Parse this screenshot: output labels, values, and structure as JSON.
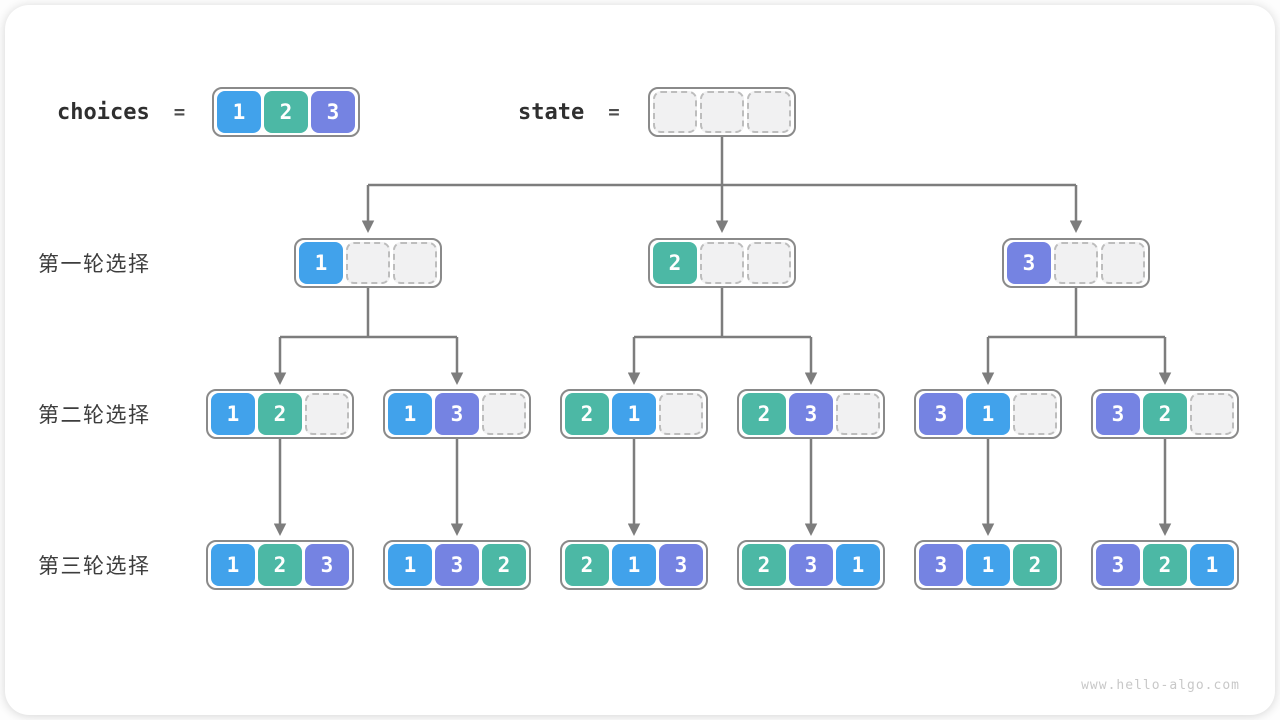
{
  "palette": {
    "1": "#41A2EB",
    "2": "#4CB8A5",
    "3": "#7583E2"
  },
  "header": {
    "choices_label": "choices",
    "choices_equals": "=",
    "choices_cells": [
      "1",
      "2",
      "3"
    ],
    "state_label": "state",
    "state_equals": "=",
    "state_cells": [
      "",
      "",
      ""
    ]
  },
  "rows": [
    {
      "label": "第一轮选择",
      "boxes": [
        {
          "cells": [
            "1",
            "",
            ""
          ]
        },
        {
          "cells": [
            "2",
            "",
            ""
          ]
        },
        {
          "cells": [
            "3",
            "",
            ""
          ]
        }
      ]
    },
    {
      "label": "第二轮选择",
      "boxes": [
        {
          "cells": [
            "1",
            "2",
            ""
          ]
        },
        {
          "cells": [
            "1",
            "3",
            ""
          ]
        },
        {
          "cells": [
            "2",
            "1",
            ""
          ]
        },
        {
          "cells": [
            "2",
            "3",
            ""
          ]
        },
        {
          "cells": [
            "3",
            "1",
            ""
          ]
        },
        {
          "cells": [
            "3",
            "2",
            ""
          ]
        }
      ]
    },
    {
      "label": "第三轮选择",
      "boxes": [
        {
          "cells": [
            "1",
            "2",
            "3"
          ]
        },
        {
          "cells": [
            "1",
            "3",
            "2"
          ]
        },
        {
          "cells": [
            "2",
            "1",
            "3"
          ]
        },
        {
          "cells": [
            "2",
            "3",
            "1"
          ]
        },
        {
          "cells": [
            "3",
            "1",
            "2"
          ]
        },
        {
          "cells": [
            "3",
            "2",
            "1"
          ]
        }
      ]
    }
  ],
  "watermark": "www.hello-algo.com"
}
